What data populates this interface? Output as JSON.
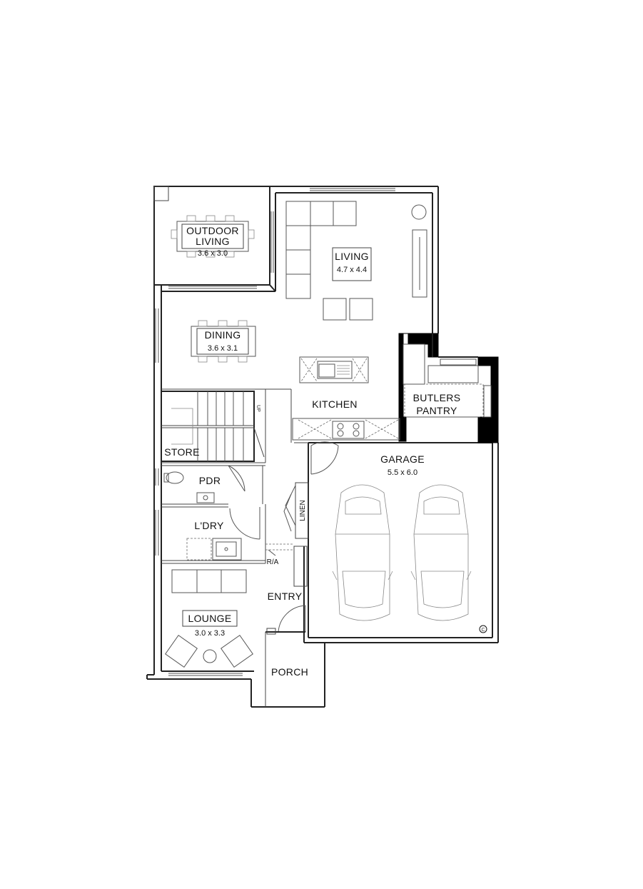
{
  "rooms": {
    "outdoor_living": {
      "line1": "OUTDOOR",
      "line2": "LIVING",
      "dims": "3.6 x 3.0"
    },
    "living": {
      "name": "LIVING",
      "dims": "4.7 x 4.4"
    },
    "dining": {
      "name": "DINING",
      "dims": "3.6 x 3.1"
    },
    "kitchen": {
      "name": "KITCHEN"
    },
    "butlers_pantry": {
      "line1": "BUTLERS",
      "line2": "PANTRY"
    },
    "store": {
      "name": "STORE"
    },
    "garage": {
      "name": "GARAGE",
      "dims": "5.5 x 6.0"
    },
    "pdr": {
      "name": "PDR"
    },
    "ldry": {
      "name": "L'DRY"
    },
    "linen": {
      "name": "LINEN"
    },
    "ra": {
      "name": "R/A"
    },
    "entry": {
      "name": "ENTRY"
    },
    "lounge": {
      "name": "LOUNGE",
      "dims": "3.0 x 3.3"
    },
    "porch": {
      "name": "PORCH"
    }
  },
  "annotations": {
    "stair_up": "UP",
    "copyright": "C"
  }
}
